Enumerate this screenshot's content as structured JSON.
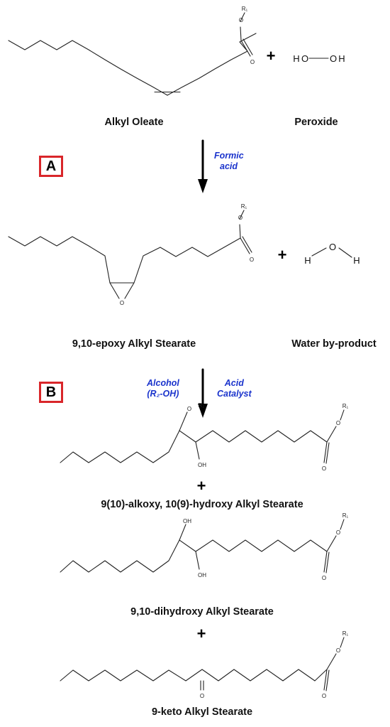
{
  "molecules": {
    "alkyl_oleate": "Alkyl Oleate",
    "peroxide": "Peroxide",
    "epoxy_stearate": "9,10-epoxy Alkyl Stearate",
    "water": "Water by-product",
    "alkoxy_hydroxy": "9(10)-alkoxy, 10(9)-hydroxy Alkyl Stearate",
    "dihydroxy": "9,10-dihydroxy Alkyl Stearate",
    "keto": "9-keto Alkyl Stearate"
  },
  "steps": {
    "a": {
      "label": "A",
      "condition_line1": "Formic",
      "condition_line2": "acid"
    },
    "b": {
      "label": "B",
      "left_line1": "Alcohol",
      "left_line2": "(R₂-OH)",
      "right_line1": "Acid",
      "right_line2": "Catalyst"
    }
  },
  "operators": {
    "plus": "+"
  },
  "atoms": {
    "oxygen": "O",
    "hydrogen": "H",
    "r1": "R₁",
    "r2": "R₂",
    "hydroxyl": "OH"
  },
  "colors": {
    "step_box": "#d9262a",
    "condition_text": "#1a33cc"
  }
}
